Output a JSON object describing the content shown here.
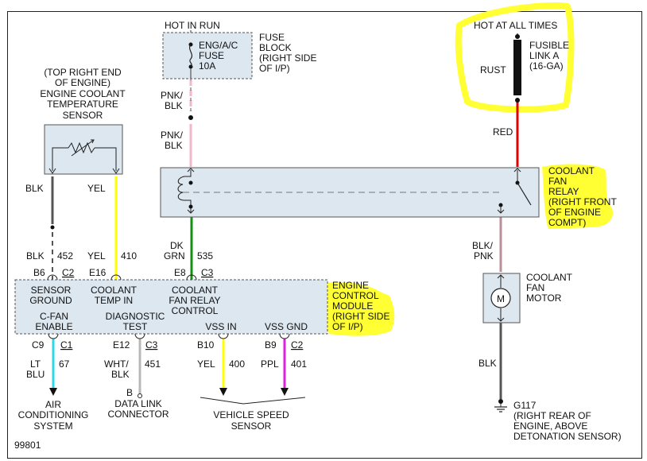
{
  "figure_id": "99801",
  "power": {
    "hot_in_run": "HOT IN RUN",
    "hot_at_all_times": "HOT AT ALL TIMES"
  },
  "fuse": {
    "name_lines": [
      "ENG/A/C",
      "FUSE",
      "10A"
    ],
    "block_lines": [
      "FUSE",
      "BLOCK",
      "(RIGHT SIDE",
      "OF I/P)"
    ]
  },
  "fusible_link": {
    "label_lines": [
      "FUSIBLE",
      "LINK A",
      "(16-GA)"
    ],
    "color_label": "RUST"
  },
  "sensor": {
    "location_lines": [
      "(TOP RIGHT END",
      "OF ENGINE)"
    ],
    "name_lines": [
      "ENGINE COOLANT",
      "TEMPERATURE",
      "SENSOR"
    ]
  },
  "relay": {
    "name_lines": [
      "COOLANT",
      "FAN",
      "RELAY",
      "(RIGHT FRONT",
      "OF ENGINE",
      "COMPT)"
    ]
  },
  "motor": {
    "name_lines": [
      "COOLANT",
      "FAN",
      "MOTOR"
    ],
    "symbol": "M"
  },
  "ecm": {
    "name_lines": [
      "ENGINE",
      "CONTROL",
      "MODULE",
      "(RIGHT SIDE",
      "OF I/P)"
    ],
    "fn_sensor_ground": [
      "SENSOR",
      "GROUND"
    ],
    "fn_coolant_temp_in": [
      "COOLANT",
      "TEMP IN"
    ],
    "fn_relay_control": [
      "COOLANT",
      "FAN RELAY",
      "CONTROL"
    ],
    "fn_cfan_enable": [
      "C-FAN",
      "ENABLE"
    ],
    "fn_diag_test": [
      "DIAGNOSTIC",
      "TEST"
    ],
    "fn_vss_in": "VSS IN",
    "fn_vss_gnd": "VSS GND"
  },
  "pins": {
    "b6": "B6",
    "c2_top": "C2",
    "e16": "E16",
    "e8": "E8",
    "c3_top": "C3",
    "c9": "C9",
    "c1": "C1",
    "e12": "E12",
    "c3_bottom": "C3",
    "b10": "B10",
    "b9": "B9",
    "c2_bottom": "C2"
  },
  "wires": {
    "pnk_blk_top": [
      "PNK/",
      "BLK"
    ],
    "pnk_blk_mid": [
      "PNK/",
      "BLK"
    ],
    "red": "RED",
    "blk_sensor": "BLK",
    "yel_sensor": "YEL",
    "blk_452": "BLK",
    "num_452": "452",
    "yel_410": "YEL",
    "num_410": "410",
    "dkgrn_535": [
      "DK",
      "GRN"
    ],
    "num_535": "535",
    "blk_pnk_motor": [
      "BLK/",
      "PNK"
    ],
    "blk_ground": "BLK",
    "ltblu_67": [
      "LT",
      "BLU"
    ],
    "num_67": "67",
    "whtblk_451": [
      "WHT/",
      "BLK"
    ],
    "num_451": "451",
    "yel_400": "YEL",
    "num_400": "400",
    "ppl_401": "PPL",
    "num_401": "401"
  },
  "destinations": {
    "ac_system": [
      "AIR",
      "CONDITIONING",
      "SYSTEM"
    ],
    "dlc_pin": "B",
    "dlc": [
      "DATA LINK",
      "CONNECTOR"
    ],
    "vss": [
      "VEHICLE SPEED",
      "SENSOR"
    ]
  },
  "ground": {
    "name": "G117",
    "location_lines": [
      "(RIGHT REAR OF",
      "ENGINE, ABOVE",
      "DETONATION SENSOR)"
    ]
  },
  "colors": {
    "highlight": "#ffff33",
    "wire_pink": "#f4b7c8",
    "wire_red": "#e00000",
    "wire_yellow": "#ffff00",
    "wire_green": "#139113",
    "wire_cyan": "#2ed9e6",
    "wire_gray": "#b8b8b8",
    "wire_magenta": "#e020e0",
    "wire_dark": "#555555",
    "component_fill": "#dce7f0"
  }
}
